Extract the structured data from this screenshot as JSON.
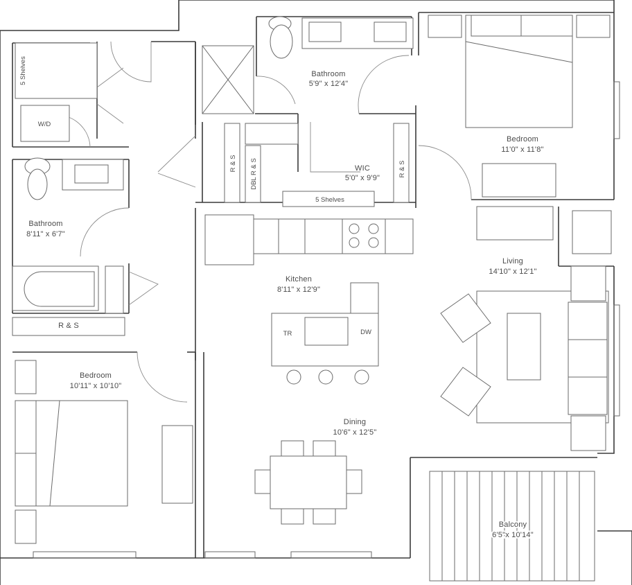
{
  "rooms": {
    "bathroom_top": {
      "name": "Bathroom",
      "dims": "5'9\" x 12'4\""
    },
    "bedroom_right": {
      "name": "Bedroom",
      "dims": "11'0\" x 11'8\""
    },
    "wic": {
      "name": "WIC",
      "dims": "5'0\" x 9'9\""
    },
    "bathroom_left": {
      "name": "Bathroom",
      "dims": "8'11\" x 6'7\""
    },
    "living": {
      "name": "Living",
      "dims": "14'10\" x 12'1\""
    },
    "kitchen": {
      "name": "Kitchen",
      "dims": "8'11\" x 12'9\""
    },
    "bedroom_left": {
      "name": "Bedroom",
      "dims": "10'11\" x 10'10\""
    },
    "dining": {
      "name": "Dining",
      "dims": "10'6\" x 12'5\""
    },
    "balcony": {
      "name": "Balcony",
      "dims": "6'5\"x 10'14\""
    }
  },
  "fixtures": {
    "shelves_laundry": "5 Shelves",
    "washer_dryer": "W/D",
    "rs_closet_hall": "R & S",
    "dbl_rs": "DBL R & S",
    "rs_wic": "R & S",
    "shelves_wic": "5 Shelves",
    "rs_bedroom": "R & S",
    "trash": "TR",
    "dishwasher": "DW"
  }
}
